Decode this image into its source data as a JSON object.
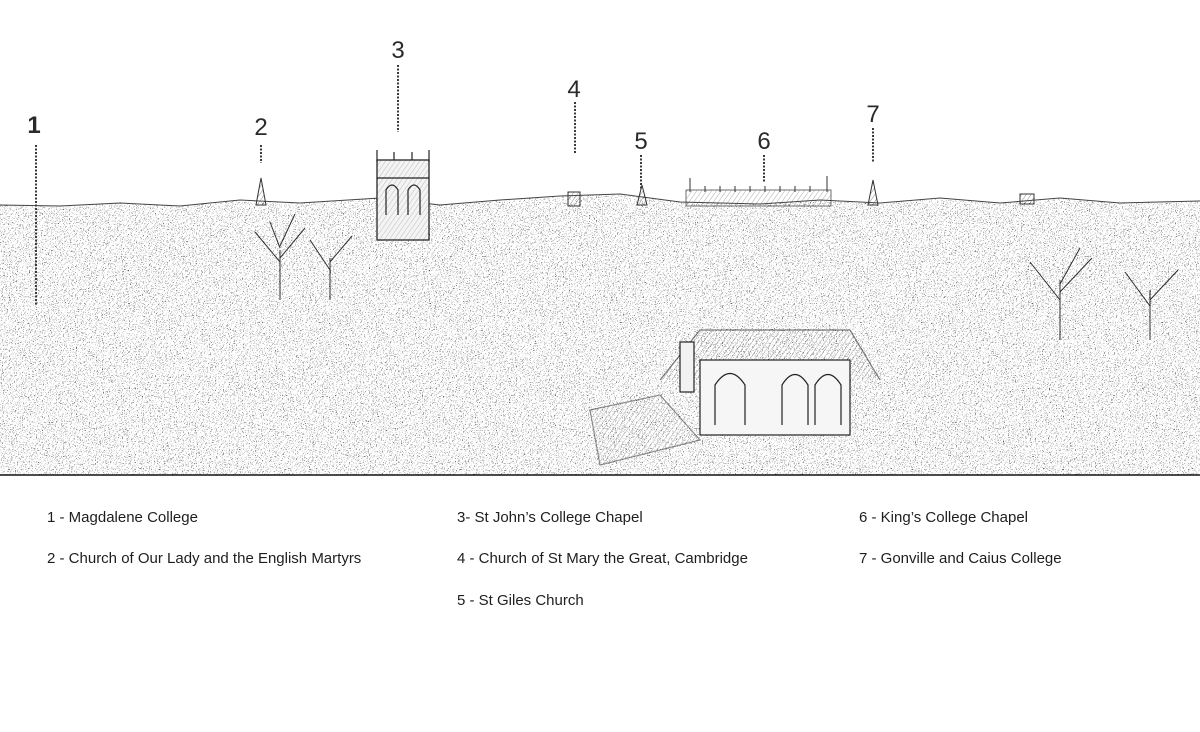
{
  "markers": [
    {
      "number": "1"
    },
    {
      "number": "2"
    },
    {
      "number": "3"
    },
    {
      "number": "4"
    },
    {
      "number": "5"
    },
    {
      "number": "6"
    },
    {
      "number": "7"
    }
  ],
  "legend": [
    "1 - Magdalene College",
    "2 - Church of Our Lady and the English Martyrs",
    "3- St John’s College Chapel",
    "4 - Church of St Mary the Great, Cambridge",
    "5 - St Giles Church",
    "6 - King’s College Chapel",
    "7 - Gonville and Caius College"
  ]
}
